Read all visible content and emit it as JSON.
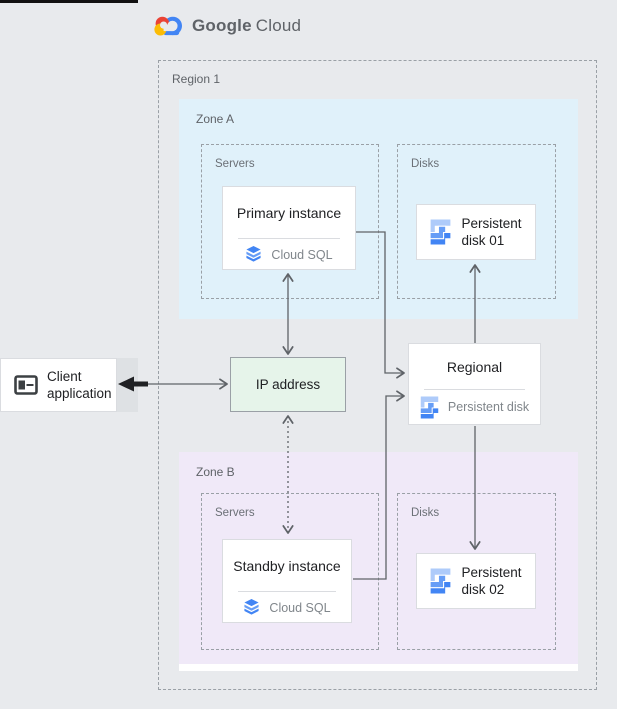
{
  "brand": {
    "primary": "Google",
    "secondary": "Cloud"
  },
  "region": {
    "label": "Region 1"
  },
  "zone_a": {
    "label": "Zone A",
    "servers_label": "Servers",
    "disks_label": "Disks"
  },
  "zone_b": {
    "label": "Zone B",
    "servers_label": "Servers",
    "disks_label": "Disks"
  },
  "primary_instance": {
    "title": "Primary instance",
    "product": "Cloud SQL"
  },
  "standby_instance": {
    "title": "Standby instance",
    "product": "Cloud SQL"
  },
  "regional_disk": {
    "title": "Regional",
    "product": "Persistent disk"
  },
  "disk_01": {
    "line1": "Persistent",
    "line2": "disk 01"
  },
  "disk_02": {
    "line1": "Persistent",
    "line2": "disk 02"
  },
  "ip_address": {
    "label": "IP address"
  },
  "client_application": {
    "line1": "Client",
    "line2": "application"
  },
  "colors": {
    "google_blue": "#4285F4",
    "blue_mid": "#669DF6",
    "blue_light": "#AECBFA",
    "google_red": "#EA4335",
    "google_yellow": "#FBBC05",
    "zone_a_bg": "#E0F1FA",
    "zone_b_bg": "#F0E9F8",
    "ip_bg": "#E6F4EA",
    "arrow": "#5F6368"
  }
}
